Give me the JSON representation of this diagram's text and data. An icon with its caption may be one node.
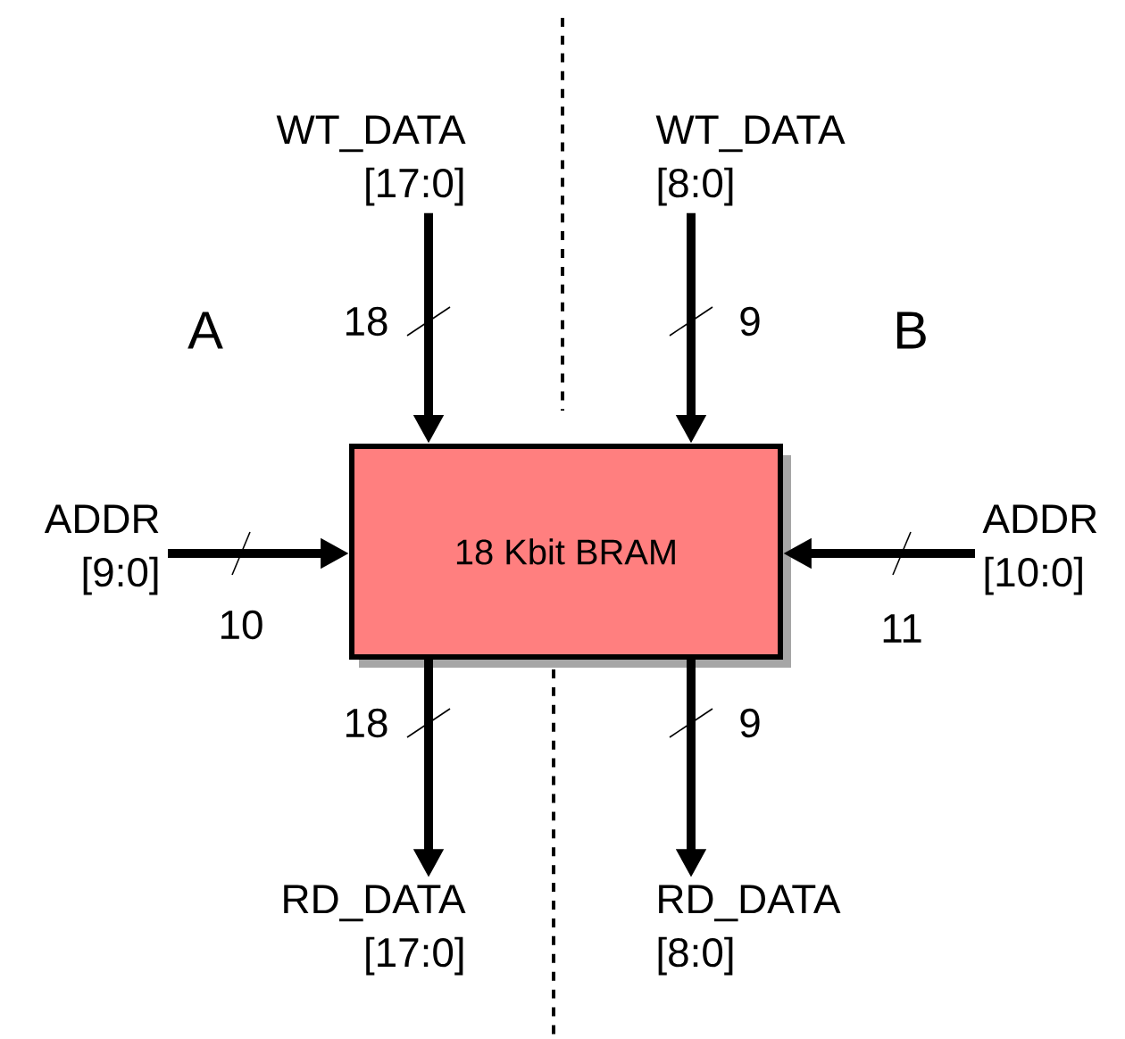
{
  "diagram": {
    "nodes": [
      {
        "text": [
          "18 Kbit BRAM"
        ]
      },
      {
        "text": [
          "WT_DATA [17:0]"
        ]
      },
      {
        "text": [
          "WT_DATA [8:0]"
        ]
      },
      {
        "text": [
          "ADDR [9:0]"
        ]
      },
      {
        "text": [
          "ADDR [10:0]"
        ]
      },
      {
        "text": [
          "RD_DATA [17:0]"
        ]
      },
      {
        "text": [
          "RD_DATA [8:0]"
        ]
      }
    ],
    "edges": [
      {
        "from": 1,
        "to": 0,
        "arrow": "to",
        "label": "18"
      },
      {
        "from": 2,
        "to": 0,
        "arrow": "to",
        "label": "9"
      },
      {
        "from": 3,
        "to": 0,
        "arrow": "to",
        "label": "10"
      },
      {
        "from": 4,
        "to": 0,
        "arrow": "to",
        "label": "11"
      },
      {
        "from": 0,
        "to": 5,
        "arrow": "to",
        "label": "18"
      },
      {
        "from": 0,
        "to": 6,
        "arrow": "to",
        "label": "9"
      }
    ],
    "labels": [
      "A",
      "B"
    ]
  }
}
